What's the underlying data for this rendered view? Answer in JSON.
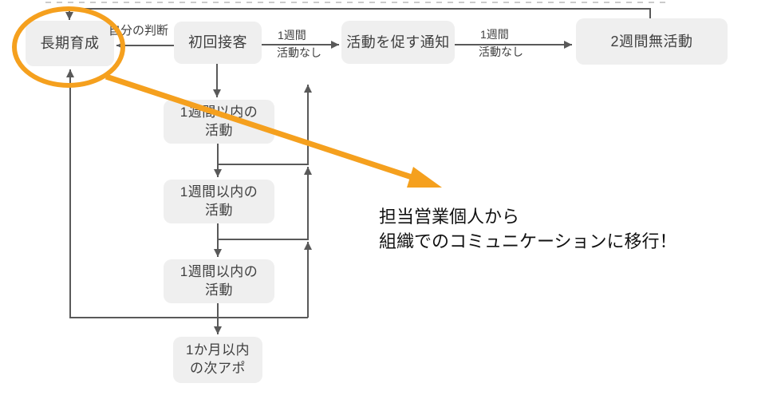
{
  "palette": {
    "line_gray": "#595959",
    "box_fill": "#efefef",
    "box_text": "#3f3f3f",
    "accent_orange": "#f5a01e",
    "annotation_color": "#111111"
  },
  "nodes": {
    "long_term": "長期育成",
    "first_contact": "初回接客",
    "notify": "活動を促す通知",
    "two_weeks_inactive": "2週間無活動",
    "activity_1": "1週間以内の\n活動",
    "activity_2": "1週間以内の\n活動",
    "activity_3": "1週間以内の\n活動",
    "next_appointment": "1か月以内\nの次アポ"
  },
  "edge_labels": {
    "self_judgment": "自分の判断",
    "no_activity_1_top": "1週間",
    "no_activity_1_bottom": "活動なし",
    "no_activity_2_top": "1週間",
    "no_activity_2_bottom": "活動なし"
  },
  "annotation": {
    "text": "担当営業個人から\n組織でのコミュニケーションに移行！"
  }
}
